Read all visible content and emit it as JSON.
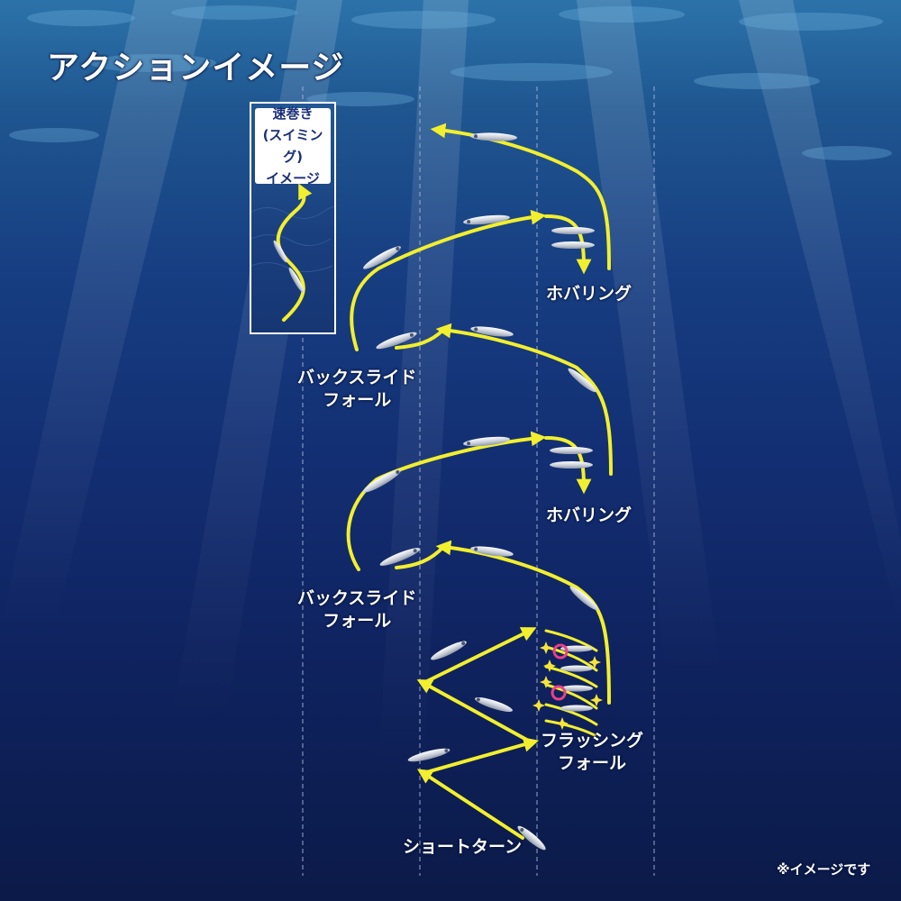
{
  "title": "アクションイメージ",
  "inset": {
    "label_lines": [
      "速巻き",
      "(スイミング)",
      "イメージ"
    ]
  },
  "labels": {
    "hovering_1": "ホバリング",
    "backslide_1": [
      "バックスライド",
      "フォール"
    ],
    "hovering_2": "ホバリング",
    "backslide_2": [
      "バックスライド",
      "フォール"
    ],
    "flashing": [
      "フラッシング",
      "フォール"
    ],
    "short_turn": "ショートターン"
  },
  "note": "※イメージです",
  "colors": {
    "path": "#f2ef2e",
    "label_text": "#ffffff",
    "inset_text": "#1b2f7a",
    "flash_hook": "#e8418a",
    "lure_body": "#d8dde6"
  }
}
